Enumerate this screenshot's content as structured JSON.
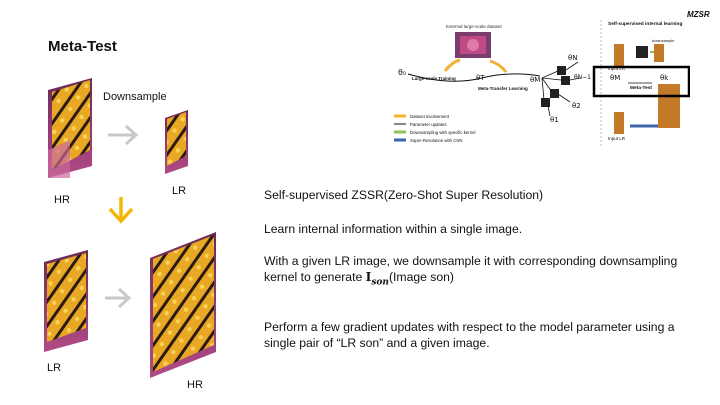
{
  "slide": {
    "corner_tag": "MZSR",
    "title": "Meta-Test",
    "labels": {
      "downsample": "Downsample",
      "hr_top": "HR",
      "lr_top": "LR",
      "lr_bottom": "LR",
      "hr_bottom": "HR"
    },
    "paragraphs": {
      "p1": "Self-supervised ZSSR(Zero-Shot Super Resolution)",
      "p2": "Learn internal information within a single image.",
      "p3_line1": "With a given LR image, we downsample it with corresponding downsampling",
      "p3_prefix": "kernel to generate ",
      "p3_math_main": "I",
      "p3_math_sub": "son",
      "p3_suffix": "(Image son)",
      "p4_line1": "Perform a few gradient updates with respect to the model parameter using a",
      "p4_line2": "single pair of “LR son” and a given image."
    },
    "figure": {
      "dataset_label": "External large-scale dataset",
      "large_scale_training": "Large-scale Training",
      "meta_transfer_learning": "Meta-Transfer Learning",
      "self_supervised": "Self-supervised internal learning",
      "downsample_small": "downsample",
      "input_lr": "Input LR",
      "input_lr_2": "Input LR",
      "meta_test": "Meta-Test",
      "theta_0": "θ₀",
      "theta_T": "θT",
      "theta_M": "θM",
      "theta_M_right": "θM",
      "theta_k": "θk",
      "theta_N": "θN",
      "theta_N1": "θN−1",
      "theta_2": "θ2",
      "theta_1": "θ1",
      "legend": [
        {
          "label": "Dataset involvement",
          "color": "#f2b233"
        },
        {
          "label": "Parameter updates",
          "color": "#111111"
        },
        {
          "label": "Downsampling with specific kernel",
          "color": "#8fc44f"
        },
        {
          "label": "Super-Resolution with CNN",
          "color": "#3b63a8"
        }
      ]
    },
    "colors": {
      "arrow_gray": "#c8c8c8",
      "arrow_yellow": "#f2b705"
    }
  }
}
